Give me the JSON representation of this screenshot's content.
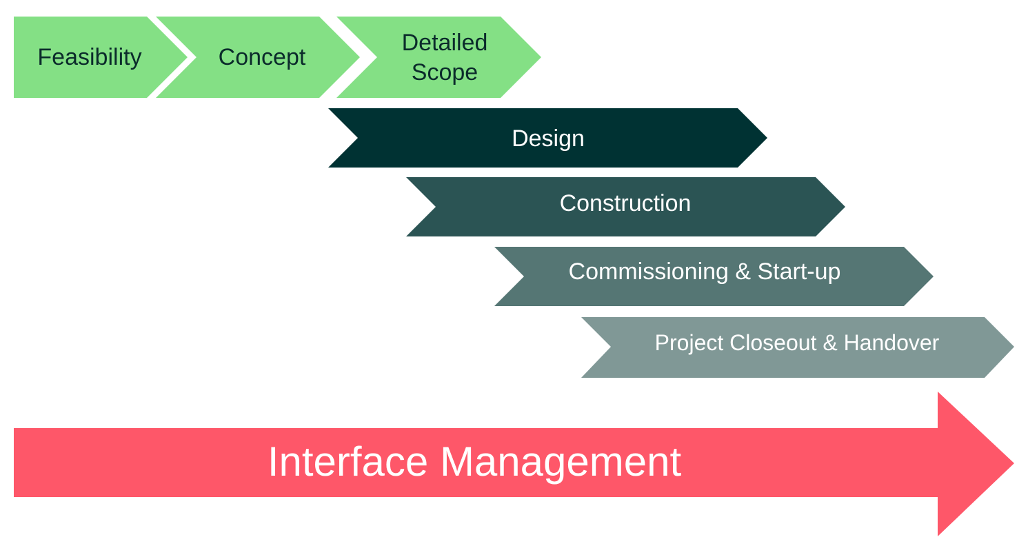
{
  "early_phases": [
    {
      "id": "feasibility",
      "label": "Feasibility",
      "color": "#84e085"
    },
    {
      "id": "concept",
      "label": "Concept",
      "color": "#84e085"
    },
    {
      "id": "detailed-scope",
      "label_line1": "Detailed",
      "label_line2": "Scope",
      "color": "#84e085"
    }
  ],
  "delivery_phases": [
    {
      "id": "design",
      "label": "Design",
      "color": "#003233"
    },
    {
      "id": "construction",
      "label": "Construction",
      "color": "#2b5454"
    },
    {
      "id": "commissioning",
      "label": "Commissioning & Start-up",
      "color": "#557674"
    },
    {
      "id": "closeout",
      "label": "Project Closeout & Handover",
      "color": "#809896"
    }
  ],
  "interface_arrow": {
    "label": "Interface Management",
    "color": "#fe5769"
  },
  "colors": {
    "dark_text": "#0b2b2b",
    "light_text": "#ffffff",
    "background": "#ffffff"
  }
}
